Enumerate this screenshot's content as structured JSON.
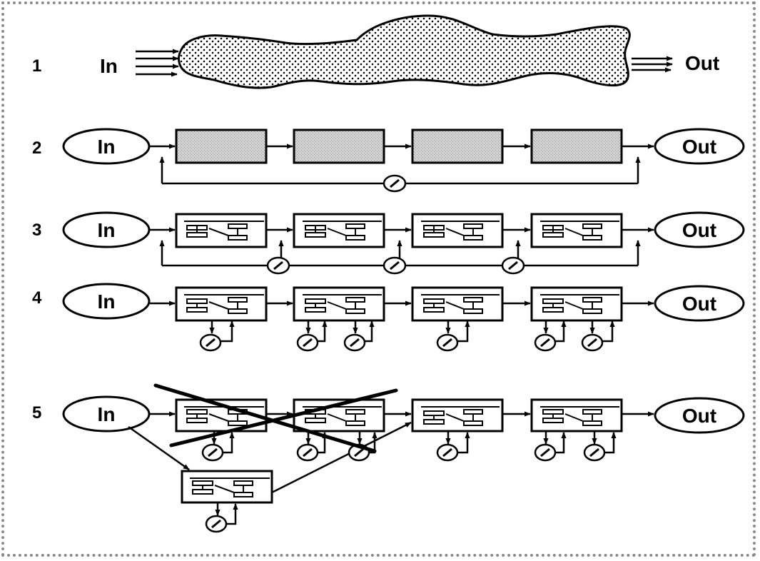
{
  "rows": [
    {
      "number": "1",
      "in_label": "In",
      "out_label": "Out"
    },
    {
      "number": "2",
      "in_label": "In",
      "out_label": "Out"
    },
    {
      "number": "3",
      "in_label": "In",
      "out_label": "Out"
    },
    {
      "number": "4",
      "in_label": "In",
      "out_label": "Out"
    },
    {
      "number": "5",
      "in_label": "In",
      "out_label": "Out"
    }
  ],
  "colors": {
    "ink": "#000000",
    "shade": "#c8c8c8",
    "frame": "#8a8a8a"
  }
}
